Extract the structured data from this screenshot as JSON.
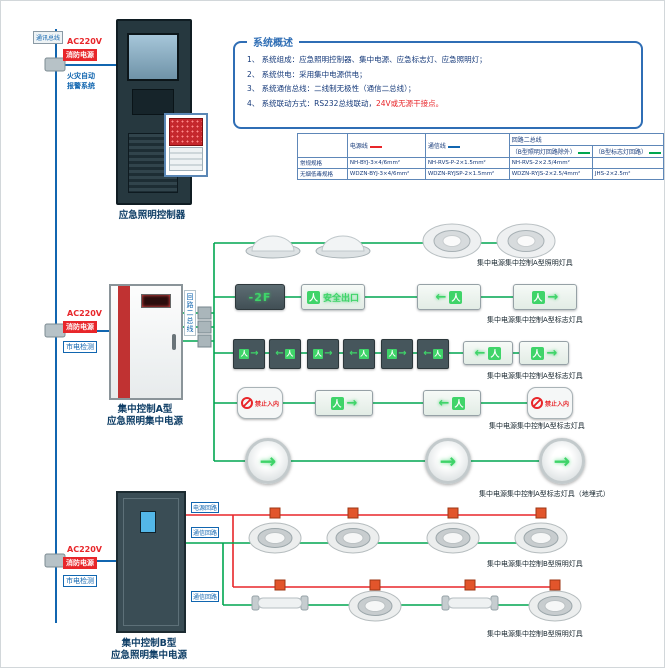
{
  "colors": {
    "blue": "#1166b0",
    "navy": "#0f3e66",
    "red": "#e8262a",
    "green": "#00a650",
    "signgreen": "#3fd469",
    "orange": "#e2552b",
    "ink": "#17262e"
  },
  "bus": {
    "comm_label": "通讯总线"
  },
  "cabinet1": {
    "power1": "AC220V",
    "power2": "消防电源",
    "system1": "火灾自动",
    "system2": "报警系统",
    "caption": "应急照明控制器"
  },
  "cabinet2": {
    "power1": "AC220V",
    "power2": "消防电源",
    "power3": "市电检测",
    "loop_bus_label": "回路二总线",
    "caption1": "集中控制A型",
    "caption2": "应急照明集中电源"
  },
  "cabinet3": {
    "power1": "AC220V",
    "power2": "消防电源",
    "power3": "市电检测",
    "caption1": "集中控制B型",
    "caption2": "应急照明集中电源"
  },
  "overview": {
    "title": "系统概述",
    "items": [
      "1、 系统组成：应急照明控制器、集中电源、应急标志灯、应急照明灯；",
      "2、 系统供电：采用集中电源供电；",
      "3、 系统通信总线：二线制无极性（通信二总线）；"
    ],
    "item4_prefix": "4、 系统联动方式：RS232总线联动，",
    "item4_highlight": "24V或无源干接点。"
  },
  "cable_table": {
    "col_power": "电源线",
    "col_comm": "通信线",
    "col_loop": "回路二总线",
    "col_loop_sub1": "（B型照明灯回路除外）",
    "col_loop_sub2": "（B型标志灯回路）",
    "row_regular": "常规规格",
    "row_lowsmoke": "无烟低毒规格",
    "regular": [
      "NH-BYJ-3×4/6mm²",
      "NH-RVS-P-2×1.5mm²",
      "NH-RVS-2×2.5/4mm²",
      ""
    ],
    "lowsmoke": [
      "WDZN-BYJ-3×4/6mm²",
      "WDZN-RYJSP-2×1.5mm²",
      "WDZN-RYJS-2×2.5/4mm²",
      "JHS-2×2.5m²"
    ]
  },
  "loop_labels": {
    "power": "电源回路",
    "comm": "通信回路",
    "comm2": "通信回路"
  },
  "signs": {
    "floor": "-2F",
    "exit": "安全出口",
    "no_entry": "禁止入内"
  },
  "icons": {
    "arrow_left": "←",
    "arrow_right": "→",
    "man": "人"
  },
  "row_captions": [
    "集中电源集中控制A型照明灯具",
    "集中电源集中控制A型标志灯具",
    "集中电源集中控制A型标志灯具",
    "集中电源集中控制A型标志灯具",
    "集中电源集中控制A型标志灯具（地埋式）",
    "集中电源集中控制B型照明灯具",
    "集中电源集中控制B型照明灯具"
  ]
}
